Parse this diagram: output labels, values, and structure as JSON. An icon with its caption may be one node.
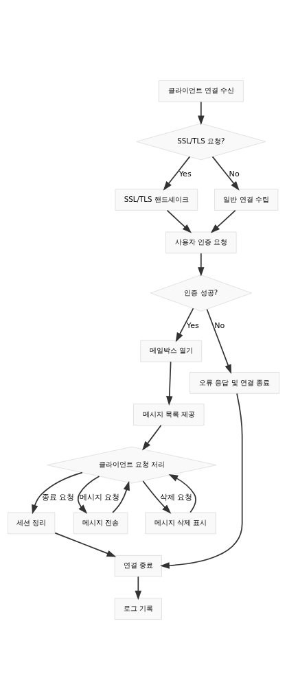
{
  "diagram": {
    "nodes": [
      {
        "text": [
          "클라이언트 연결 수신"
        ]
      },
      {
        "text": [
          "SSL/TLS 요청?"
        ]
      },
      {
        "text": [
          "SSL/TLS 핸드셰이크"
        ]
      },
      {
        "text": [
          "일반 연결 수립"
        ]
      },
      {
        "text": [
          "사용자 인증 요청"
        ]
      },
      {
        "text": [
          "인증 성공?"
        ]
      },
      {
        "text": [
          "메일박스 열기"
        ]
      },
      {
        "text": [
          "메시지 목록 제공"
        ]
      },
      {
        "text": [
          "클라이언트 요청 처리"
        ]
      },
      {
        "text": [
          "세션 정리"
        ]
      },
      {
        "text": [
          "메시지 전송"
        ]
      },
      {
        "text": [
          "메시지 삭제 표시"
        ]
      },
      {
        "text": [
          "오류 응답 및 연결 종료"
        ]
      },
      {
        "text": [
          "연결 종료"
        ]
      },
      {
        "text": [
          "로그 기록"
        ]
      }
    ],
    "edges": [
      {
        "from": 0,
        "to": 1,
        "arrow": "to"
      },
      {
        "from": 1,
        "to": 2,
        "arrow": "to",
        "label": "Yes"
      },
      {
        "from": 1,
        "to": 3,
        "arrow": "to",
        "label": "No"
      },
      {
        "from": 2,
        "to": 4,
        "arrow": "to"
      },
      {
        "from": 3,
        "to": 4,
        "arrow": "to"
      },
      {
        "from": 4,
        "to": 5,
        "arrow": "to"
      },
      {
        "from": 5,
        "to": 6,
        "arrow": "to",
        "label": "Yes"
      },
      {
        "from": 5,
        "to": 12,
        "arrow": "to",
        "label": "No"
      },
      {
        "from": 6,
        "to": 7,
        "arrow": "to"
      },
      {
        "from": 7,
        "to": 8,
        "arrow": "to"
      },
      {
        "from": 8,
        "to": 9,
        "arrow": "to",
        "label": "종료 요청"
      },
      {
        "from": 8,
        "to": 10,
        "arrow": "to",
        "label": "메시지 요청"
      },
      {
        "from": 10,
        "to": 8,
        "arrow": "to"
      },
      {
        "from": 8,
        "to": 11,
        "arrow": "to",
        "label": "삭제 요청"
      },
      {
        "from": 11,
        "to": 8,
        "arrow": "to"
      },
      {
        "from": 9,
        "to": 13,
        "arrow": "to"
      },
      {
        "from": 12,
        "to": 13,
        "arrow": "to"
      },
      {
        "from": 13,
        "to": 14,
        "arrow": "to"
      }
    ]
  }
}
